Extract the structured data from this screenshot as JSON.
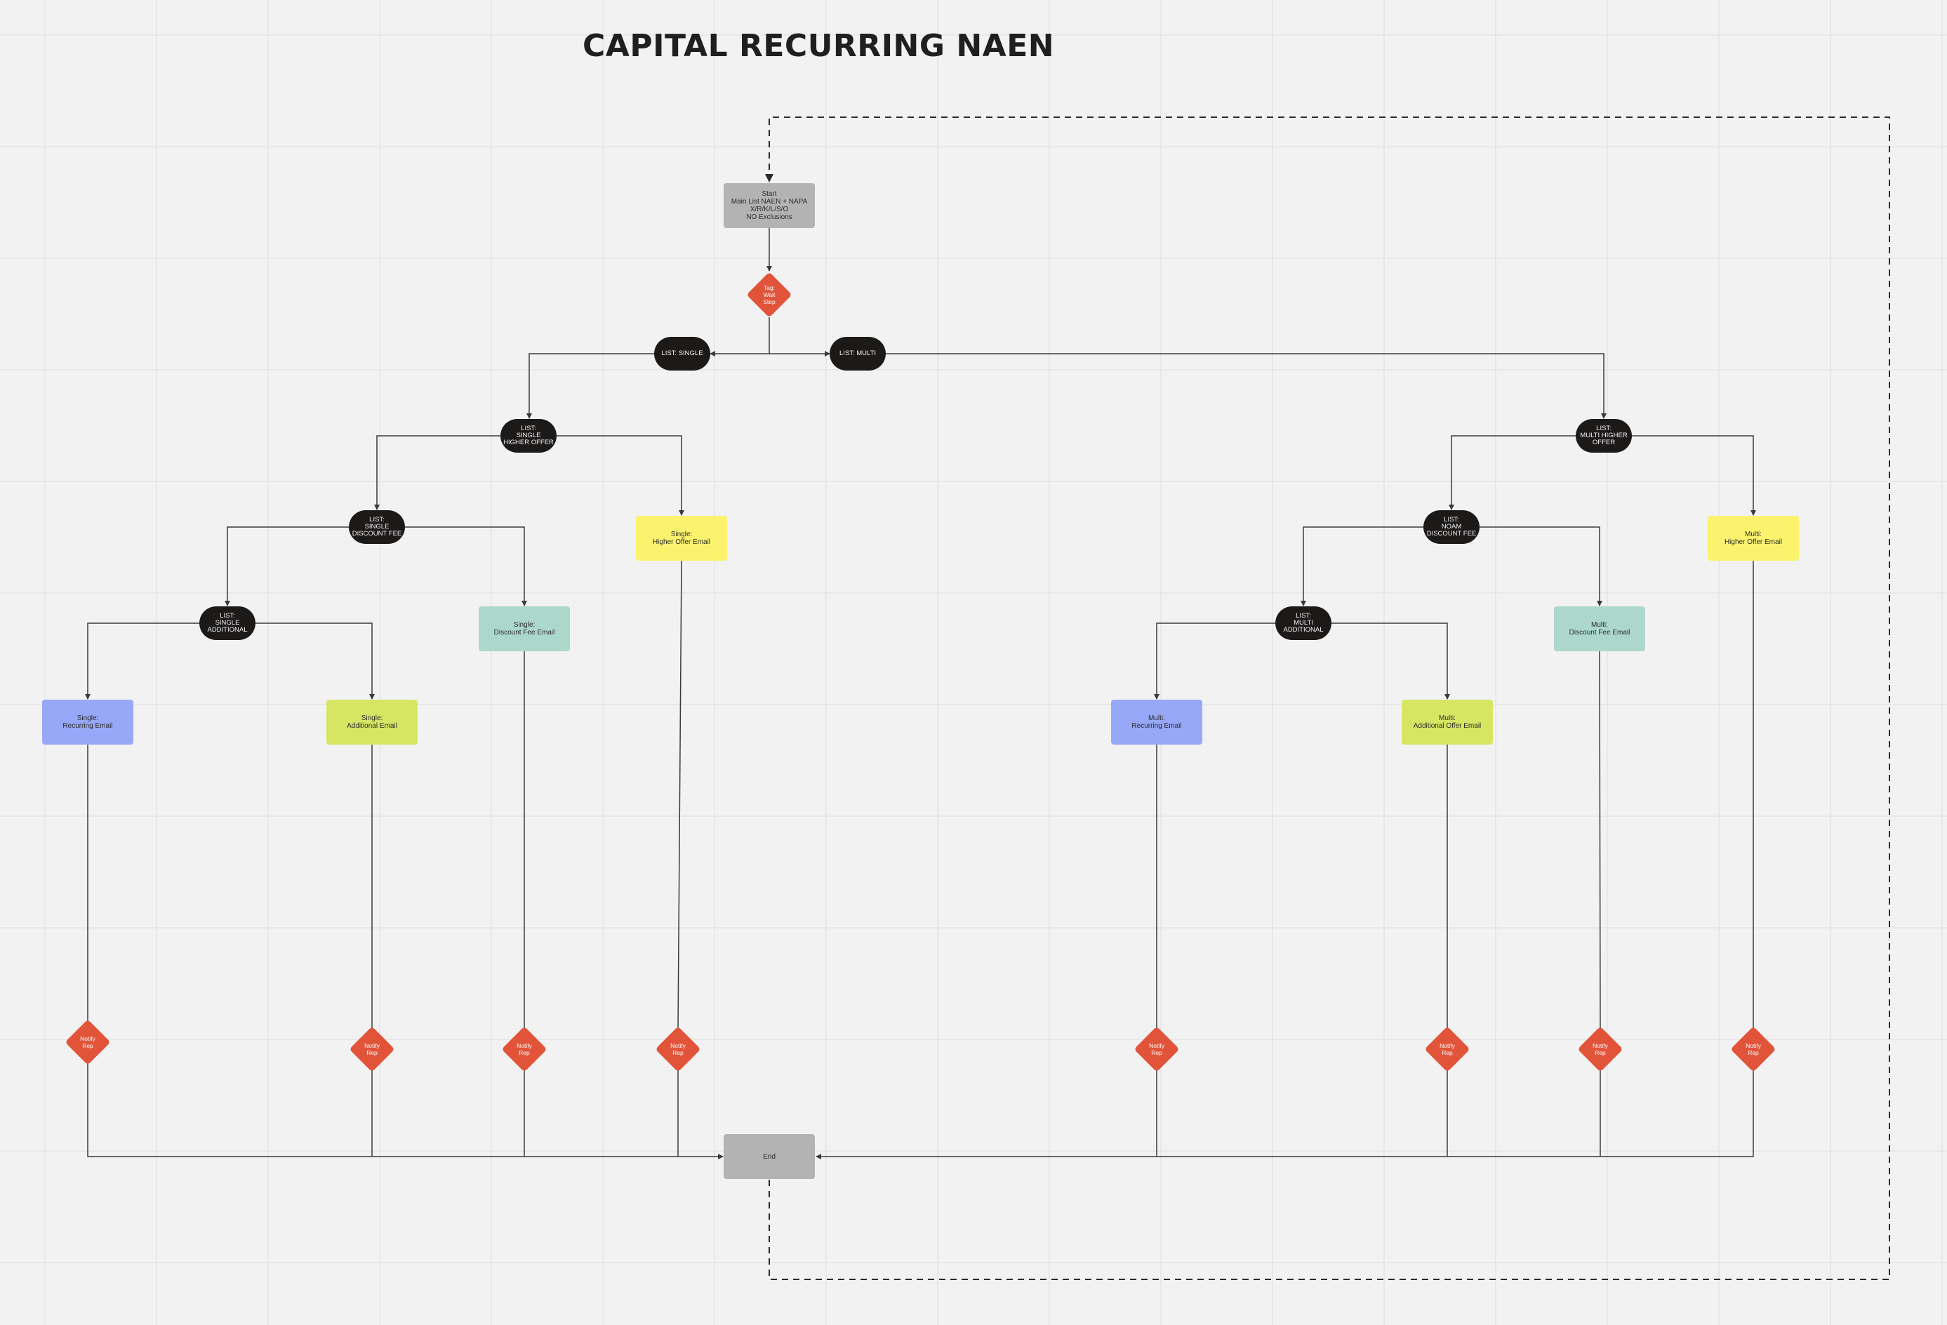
{
  "title": "CAPITAL RECURRING NAEN",
  "colors": {
    "background": "#f2f2f2",
    "gridline": "#e2e2e2",
    "edge": "#3a3a3a",
    "pill": "#1c1a19",
    "start_end": "#b3b3b3",
    "decision": "#e1543a",
    "recurring_email": "#98a8f8",
    "additional_email": "#d6e663",
    "discount_email": "#acd8cc",
    "higher_offer_email": "#fbf36e"
  },
  "nodes": {
    "start": "Start\nMain List NAEN + NAPA\nX/R/K/L/S/O\nNO Exclusions",
    "wait": "Tag:\nWait\nStep",
    "list_single": "LIST: SINGLE",
    "list_multi": "LIST: MULTI",
    "list_single_higher": "LIST:\nSINGLE\nHIGHER OFFER",
    "list_single_discount": "LIST:\nSINGLE\nDISCOUNT FEE",
    "single_higher_email": "Single:\nHigher Offer Email",
    "list_single_additional": "LIST:\nSINGLE\nADDITIONAL",
    "single_discount_email": "Single:\nDiscount Fee Email",
    "single_recurring_email": "Single:\nRecurring Email",
    "single_additional_email": "Single:\nAdditional Email",
    "list_multi_higher": "LIST:\nMULTI HIGHER\nOFFER",
    "list_noam_discount": "LIST:\nNOAM\nDISCOUNT FEE",
    "multi_higher_email": "Multi:\nHigher Offer Email",
    "list_multi_additional": "LIST:\nMULTI\nADDITIONAL",
    "multi_discount_email": "Multi:\nDiscount Fee Email",
    "multi_recurring_email": "Multi:\nRecurring Email",
    "multi_additional_email": "Multi:\nAdditional Offer Email",
    "notify_rep": "Notify\nRep",
    "end": "End"
  }
}
